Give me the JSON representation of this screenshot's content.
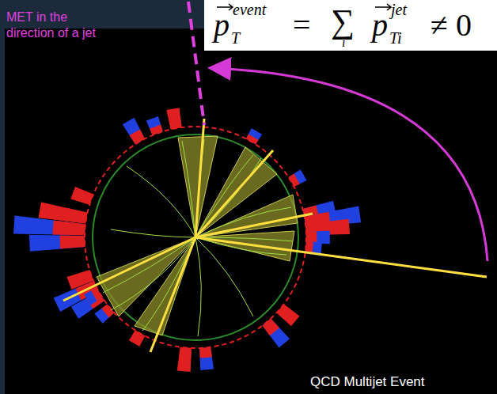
{
  "diagram": {
    "nodes": [
      {
        "text": [
          "p",
          "event",
          "T",
          "=",
          "∑",
          "i",
          "p",
          "jet",
          "Ti",
          "≠ 0"
        ]
      }
    ],
    "edges": [],
    "labels": [
      "MET in the direction of a jet",
      "QCD Multijet Event"
    ]
  }
}
